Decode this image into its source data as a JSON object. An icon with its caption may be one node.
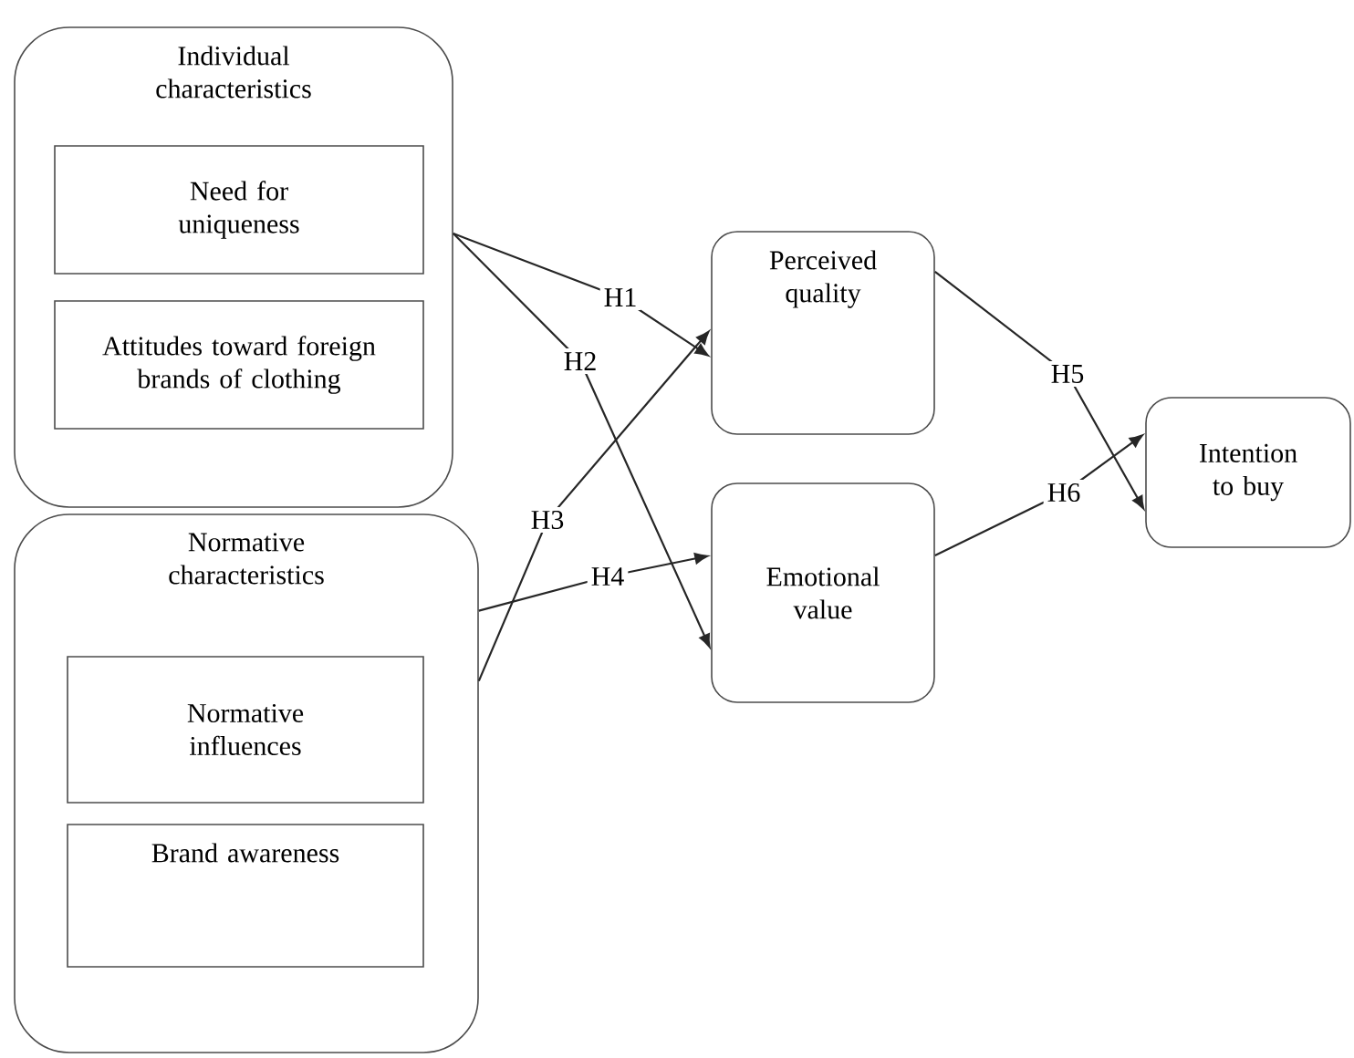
{
  "diagram": {
    "nodes": [
      {
        "text": [
          "Individual characteristics"
        ]
      },
      {
        "text": [
          "Need for uniqueness"
        ],
        "in": 0
      },
      {
        "text": [
          "Attitudes toward foreign brands of clothing"
        ],
        "in": 0
      },
      {
        "text": [
          "Normative characteristics"
        ]
      },
      {
        "text": [
          "Normative influences"
        ],
        "in": 3
      },
      {
        "text": [
          "Brand awareness"
        ],
        "in": 3
      },
      {
        "text": [
          "Perceived quality"
        ]
      },
      {
        "text": [
          "Emotional value"
        ]
      },
      {
        "text": [
          "Intention to buy"
        ]
      }
    ],
    "edges": [
      {
        "from": 0,
        "to": 6,
        "arrow": "to",
        "label": "H1"
      },
      {
        "from": 0,
        "to": 7,
        "arrow": "to",
        "label": "H2"
      },
      {
        "from": 3,
        "to": 6,
        "arrow": "to",
        "label": "H3"
      },
      {
        "from": 3,
        "to": 7,
        "arrow": "to",
        "label": "H4"
      },
      {
        "from": 6,
        "to": 8,
        "arrow": "to",
        "label": "H5"
      },
      {
        "from": 7,
        "to": 8,
        "arrow": "to",
        "label": "H6"
      }
    ]
  }
}
